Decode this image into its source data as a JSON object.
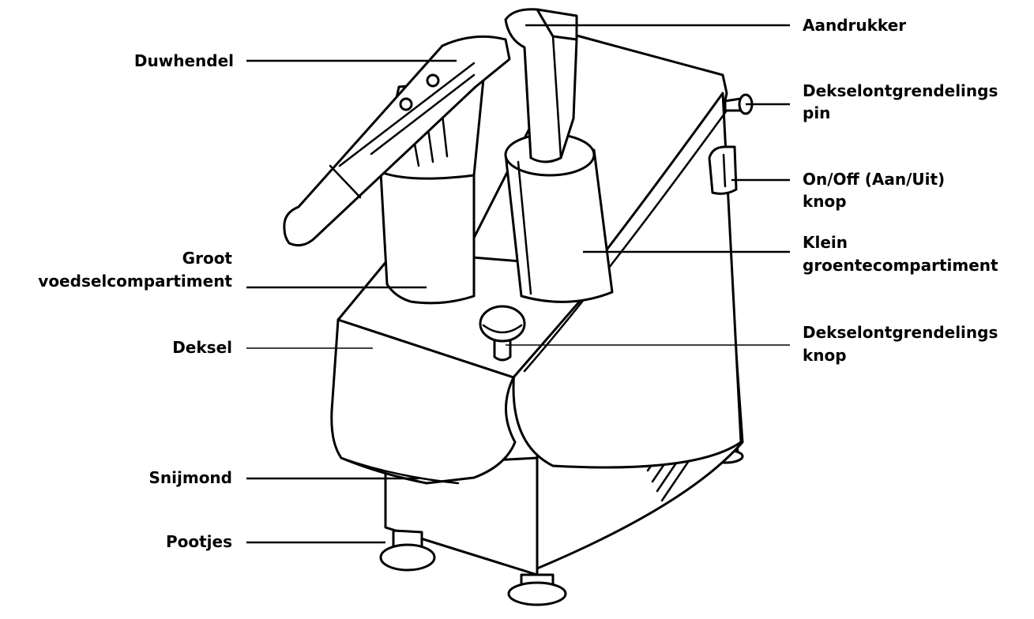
{
  "labels": {
    "aandrukker": "Aandrukker",
    "duwhendel": "Duwhendel",
    "pin_line1": "Dekselontgrendelings",
    "pin_line2": "pin",
    "onoff_line1": "On/Off (Aan/Uit)",
    "onoff_line2": "knop",
    "klein_line1": "Klein",
    "klein_line2": "groentecompartiment",
    "groot_line1": "Groot",
    "groot_line2": "voedselcompartiment",
    "deksel": "Deksel",
    "knop_line1": "Dekselontgrendelings",
    "knop_line2": "knop",
    "snijmond": "Snijmond",
    "pootjes": "Pootjes"
  }
}
